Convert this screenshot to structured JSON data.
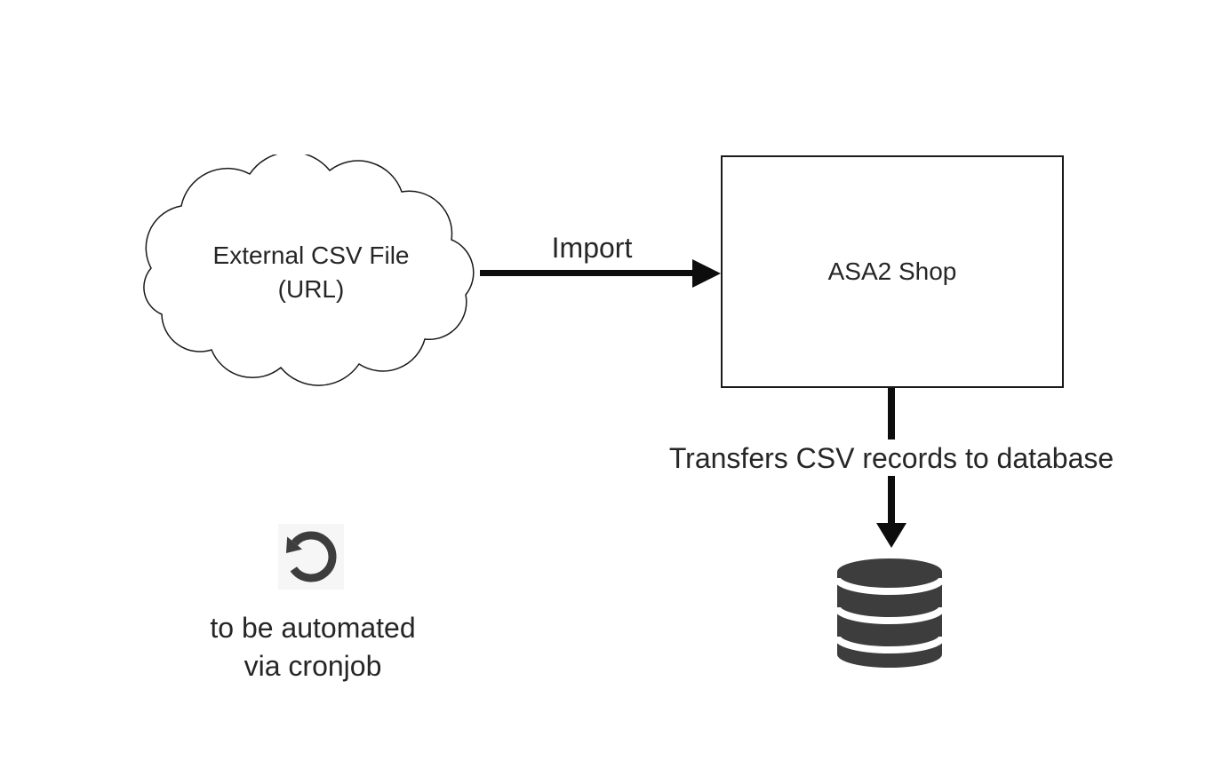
{
  "colors": {
    "background": "#ffffff",
    "line": "#0d0d0d",
    "text": "#262626",
    "icon": "#3d3d3d",
    "shape_stroke": "#1a1a1a",
    "shape_fill": "#ffffff",
    "refresh_bg": "#f6f6f6"
  },
  "cloud": {
    "label_line1": "External CSV File",
    "label_line2": "(URL)"
  },
  "import_arrow": {
    "label": "Import"
  },
  "shop_box": {
    "label": "ASA2 Shop"
  },
  "transfer_arrow": {
    "label": "Transfers CSV records to database"
  },
  "cron_note": {
    "line1": "to be automated",
    "line2": "via cronjob"
  },
  "icons": {
    "database": "database-cylinder",
    "refresh": "counterclockwise-circular-arrow"
  }
}
